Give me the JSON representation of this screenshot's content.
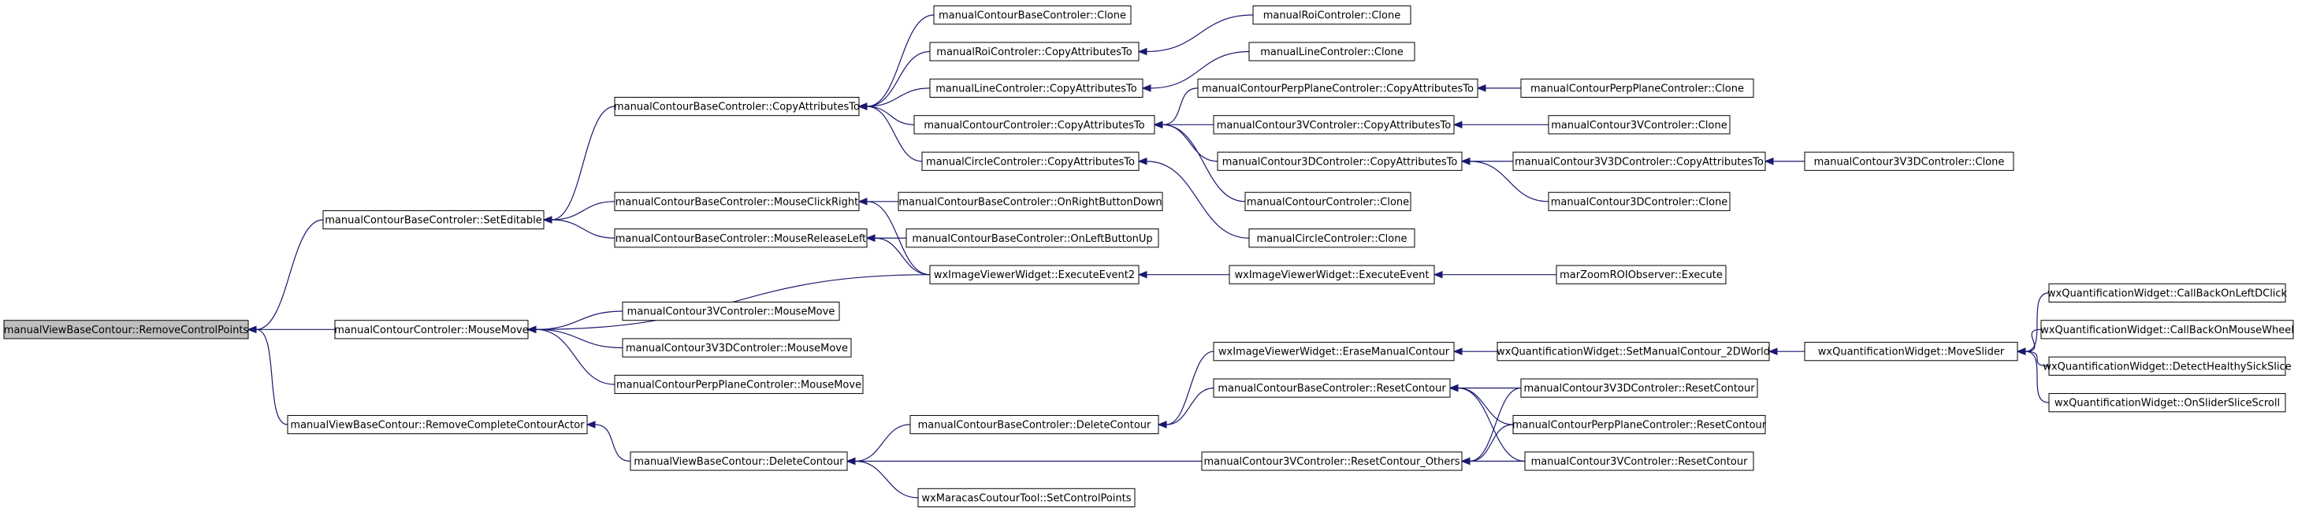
{
  "diagram": {
    "type": "call-graph",
    "edge_color": "#191970",
    "root_fill": "#bfbfbf",
    "nodes": [
      {
        "id": "n0",
        "label": "manualViewBaseContour::RemoveControlPoints",
        "root": true
      },
      {
        "id": "n1",
        "label": "manualContourBaseControler::SetEditable"
      },
      {
        "id": "n2",
        "label": "manualContourControler::MouseMove"
      },
      {
        "id": "n3",
        "label": "manualViewBaseContour::RemoveCompleteContourActor"
      },
      {
        "id": "n4",
        "label": "manualContourBaseControler::CopyAttributesTo"
      },
      {
        "id": "n5",
        "label": "manualContourBaseControler::MouseClickRight"
      },
      {
        "id": "n6",
        "label": "manualContourBaseControler::MouseReleaseLeft"
      },
      {
        "id": "n7",
        "label": "manualContour3VControler::MouseMove"
      },
      {
        "id": "n8",
        "label": "manualContour3V3DControler::MouseMove"
      },
      {
        "id": "n9",
        "label": "manualContourPerpPlaneControler::MouseMove"
      },
      {
        "id": "n10",
        "label": "manualViewBaseContour::DeleteContour"
      },
      {
        "id": "n11",
        "label": "manualContourBaseControler::Clone"
      },
      {
        "id": "n12",
        "label": "manualRoiControler::CopyAttributesTo"
      },
      {
        "id": "n13",
        "label": "manualLineControler::CopyAttributesTo"
      },
      {
        "id": "n14",
        "label": "manualContourControler::CopyAttributesTo"
      },
      {
        "id": "n15",
        "label": "manualCircleControler::CopyAttributesTo"
      },
      {
        "id": "n16",
        "label": "manualContourBaseControler::OnRightButtonDown"
      },
      {
        "id": "n17",
        "label": "manualContourBaseControler::OnLeftButtonUp"
      },
      {
        "id": "n18",
        "label": "wxImageViewerWidget::ExecuteEvent2"
      },
      {
        "id": "n19",
        "label": "manualContourBaseControler::DeleteContour"
      },
      {
        "id": "n20",
        "label": "manualContour3VControler::ResetContour_Others"
      },
      {
        "id": "n21",
        "label": "wxMaracasCoutourTool::SetControlPoints"
      },
      {
        "id": "n22",
        "label": "manualRoiControler::Clone"
      },
      {
        "id": "n23",
        "label": "manualLineControler::Clone"
      },
      {
        "id": "n24",
        "label": "manualContourPerpPlaneControler::CopyAttributesTo"
      },
      {
        "id": "n25",
        "label": "manualContour3VControler::CopyAttributesTo"
      },
      {
        "id": "n26",
        "label": "manualContour3DControler::CopyAttributesTo"
      },
      {
        "id": "n27",
        "label": "manualContourControler::Clone"
      },
      {
        "id": "n28",
        "label": "manualCircleControler::Clone"
      },
      {
        "id": "n29",
        "label": "wxImageViewerWidget::ExecuteEvent"
      },
      {
        "id": "n30",
        "label": "wxImageViewerWidget::EraseManualContour"
      },
      {
        "id": "n31",
        "label": "manualContourBaseControler::ResetContour"
      },
      {
        "id": "n32",
        "label": "manualContourPerpPlaneControler::Clone"
      },
      {
        "id": "n33",
        "label": "manualContour3VControler::Clone"
      },
      {
        "id": "n34",
        "label": "manualContour3V3DControler::CopyAttributesTo"
      },
      {
        "id": "n35",
        "label": "manualContour3DControler::Clone"
      },
      {
        "id": "n36",
        "label": "marZoomROIObserver::Execute"
      },
      {
        "id": "n37",
        "label": "wxQuantificationWidget::SetManualContour_2DWorld"
      },
      {
        "id": "n38",
        "label": "manualContour3V3DControler::ResetContour"
      },
      {
        "id": "n39",
        "label": "manualContourPerpPlaneControler::ResetContour"
      },
      {
        "id": "n40",
        "label": "manualContour3VControler::ResetContour"
      },
      {
        "id": "n41",
        "label": "manualContour3V3DControler::Clone"
      },
      {
        "id": "n42",
        "label": "wxQuantificationWidget::MoveSlider"
      },
      {
        "id": "n43",
        "label": "wxQuantificationWidget::CallBackOnLeftDClick"
      },
      {
        "id": "n44",
        "label": "wxQuantificationWidget::CallBackOnMouseWheel"
      },
      {
        "id": "n45",
        "label": "wxQuantificationWidget::DetectHealthySickSlice"
      },
      {
        "id": "n46",
        "label": "wxQuantificationWidget::OnSliderSliceScroll"
      }
    ],
    "edges": [
      {
        "from": "n1",
        "to": "n0"
      },
      {
        "from": "n2",
        "to": "n0"
      },
      {
        "from": "n3",
        "to": "n0"
      },
      {
        "from": "n4",
        "to": "n1"
      },
      {
        "from": "n5",
        "to": "n1"
      },
      {
        "from": "n6",
        "to": "n1"
      },
      {
        "from": "n18",
        "to": "n2"
      },
      {
        "from": "n7",
        "to": "n2"
      },
      {
        "from": "n8",
        "to": "n2"
      },
      {
        "from": "n9",
        "to": "n2"
      },
      {
        "from": "n10",
        "to": "n3"
      },
      {
        "from": "n11",
        "to": "n4"
      },
      {
        "from": "n12",
        "to": "n4"
      },
      {
        "from": "n13",
        "to": "n4"
      },
      {
        "from": "n14",
        "to": "n4"
      },
      {
        "from": "n15",
        "to": "n4"
      },
      {
        "from": "n16",
        "to": "n5"
      },
      {
        "from": "n18",
        "to": "n5"
      },
      {
        "from": "n17",
        "to": "n6"
      },
      {
        "from": "n18",
        "to": "n6"
      },
      {
        "from": "n19",
        "to": "n10"
      },
      {
        "from": "n20",
        "to": "n10"
      },
      {
        "from": "n21",
        "to": "n10"
      },
      {
        "from": "n22",
        "to": "n12"
      },
      {
        "from": "n23",
        "to": "n13"
      },
      {
        "from": "n24",
        "to": "n14"
      },
      {
        "from": "n25",
        "to": "n14"
      },
      {
        "from": "n26",
        "to": "n14"
      },
      {
        "from": "n27",
        "to": "n14"
      },
      {
        "from": "n28",
        "to": "n15"
      },
      {
        "from": "n29",
        "to": "n18"
      },
      {
        "from": "n30",
        "to": "n19"
      },
      {
        "from": "n31",
        "to": "n19"
      },
      {
        "from": "n38",
        "to": "n20"
      },
      {
        "from": "n39",
        "to": "n20"
      },
      {
        "from": "n40",
        "to": "n20"
      },
      {
        "from": "n32",
        "to": "n24"
      },
      {
        "from": "n33",
        "to": "n25"
      },
      {
        "from": "n34",
        "to": "n26"
      },
      {
        "from": "n35",
        "to": "n26"
      },
      {
        "from": "n36",
        "to": "n29"
      },
      {
        "from": "n37",
        "to": "n30"
      },
      {
        "from": "n38",
        "to": "n31"
      },
      {
        "from": "n39",
        "to": "n31"
      },
      {
        "from": "n40",
        "to": "n31"
      },
      {
        "from": "n41",
        "to": "n34"
      },
      {
        "from": "n42",
        "to": "n37"
      },
      {
        "from": "n43",
        "to": "n42"
      },
      {
        "from": "n44",
        "to": "n42"
      },
      {
        "from": "n45",
        "to": "n42"
      },
      {
        "from": "n46",
        "to": "n42"
      }
    ]
  }
}
